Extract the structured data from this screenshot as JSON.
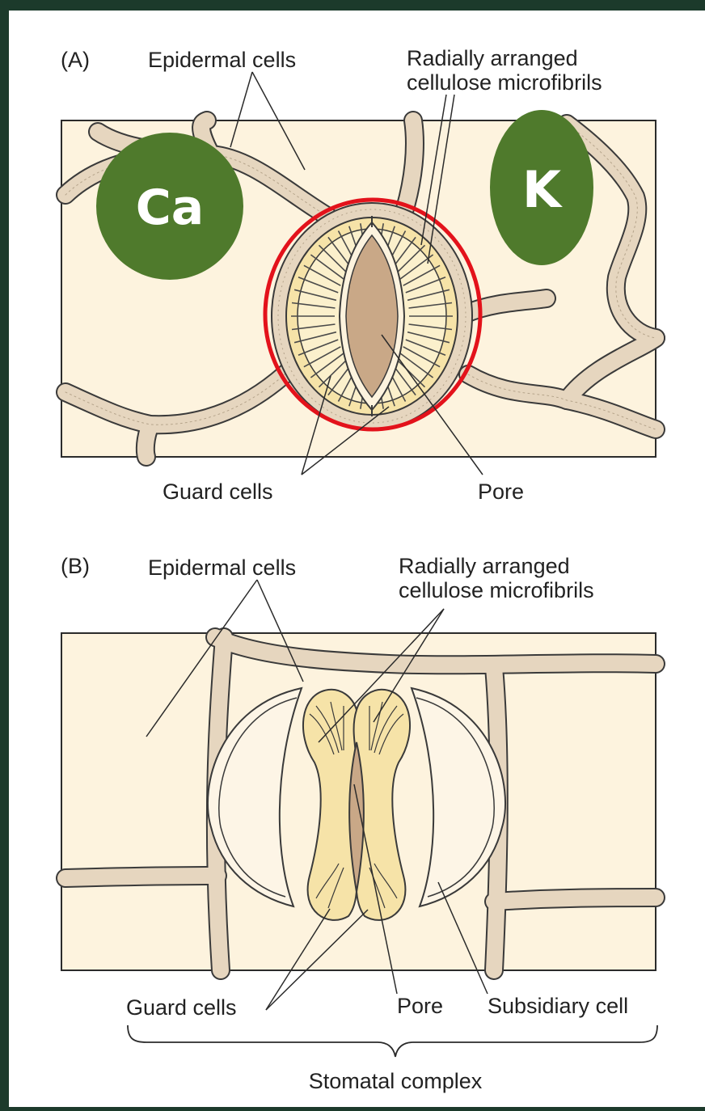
{
  "panel_a": {
    "tag": "(A)",
    "epidermal_label": "Epidermal cells",
    "microfibril_label_line1": "Radially arranged",
    "microfibril_label_line2": "cellulose microfibrils",
    "guard_label": "Guard cells",
    "pore_label": "Pore",
    "badge_left": "Ca",
    "badge_right": "K"
  },
  "panel_b": {
    "tag": "(B)",
    "epidermal_label": "Epidermal cells",
    "microfibril_label_line1": "Radially arranged",
    "microfibril_label_line2": "cellulose microfibrils",
    "guard_label": "Guard cells",
    "pore_label": "Pore",
    "subsidiary_label": "Subsidiary cell",
    "complex_label": "Stomatal complex"
  },
  "colors": {
    "frame": "#1c3a2b",
    "cell_fill": "#fdf3de",
    "wall": "#e6d6bf",
    "guard_fill": "#f6e3a8",
    "pore_fill": "#c9a887",
    "badge": "#4f7a2c",
    "highlight_ring": "#e3121b"
  }
}
